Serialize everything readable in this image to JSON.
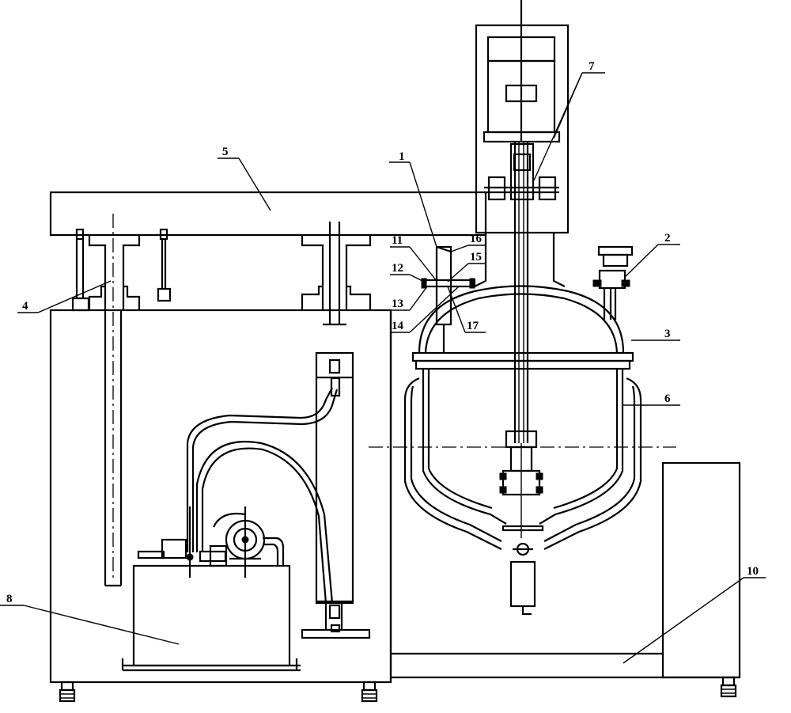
{
  "callouts": [
    {
      "id": "c1",
      "text": "1"
    },
    {
      "id": "c2",
      "text": "2"
    },
    {
      "id": "c3",
      "text": "3"
    },
    {
      "id": "c4",
      "text": "4"
    },
    {
      "id": "c5",
      "text": "5"
    },
    {
      "id": "c6",
      "text": "6"
    },
    {
      "id": "c7",
      "text": "7"
    },
    {
      "id": "c8",
      "text": "8"
    },
    {
      "id": "c10",
      "text": "10"
    },
    {
      "id": "c11",
      "text": "11"
    },
    {
      "id": "c12",
      "text": "12"
    },
    {
      "id": "c13",
      "text": "13"
    },
    {
      "id": "c14",
      "text": "14"
    },
    {
      "id": "c15",
      "text": "15"
    },
    {
      "id": "c16",
      "text": "16"
    },
    {
      "id": "c17",
      "text": "17"
    }
  ]
}
